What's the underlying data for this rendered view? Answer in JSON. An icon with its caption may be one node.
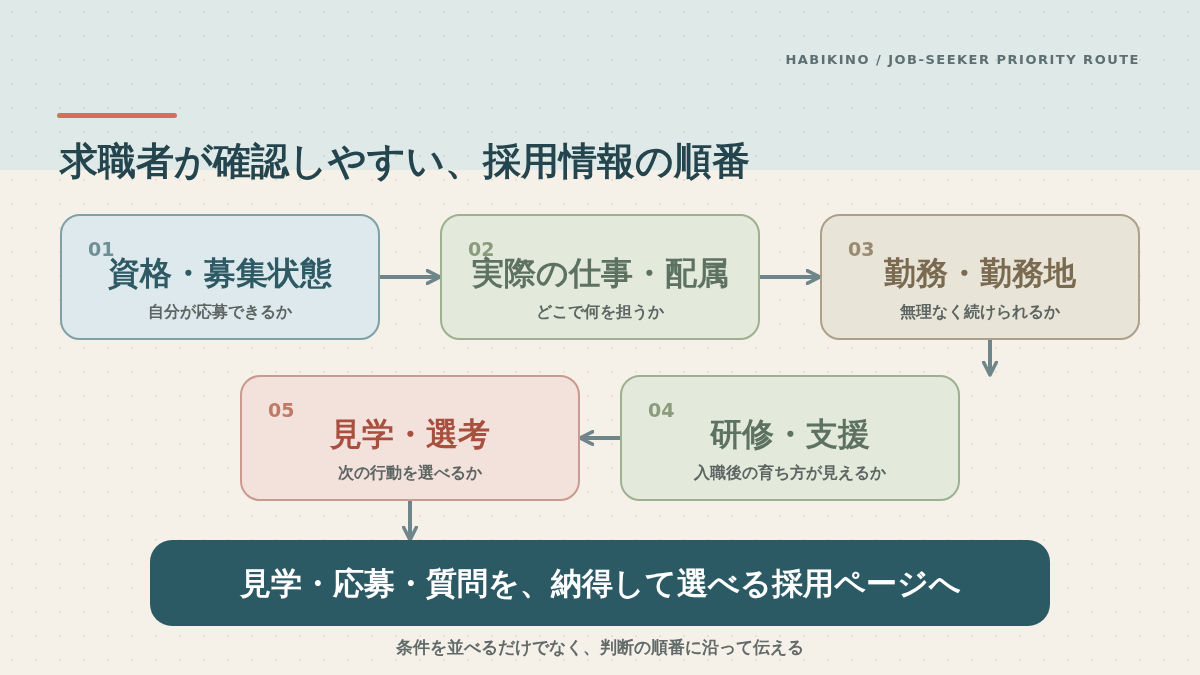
{
  "diagram": {
    "title": "求職者が確認しやすい、採用情報の順番",
    "caption": "条件を並べるだけでなく、判断の順番に沿って伝える",
    "nodes": [
      {
        "text": [
          "01",
          "資格・募集状態",
          "自分が応募できるか"
        ]
      },
      {
        "text": [
          "02",
          "実際の仕事・配属",
          "どこで何を担うか"
        ]
      },
      {
        "text": [
          "03",
          "勤務・勤務地",
          "無理なく続けられるか"
        ]
      },
      {
        "text": [
          "04",
          "研修・支援",
          "入職後の育ち方が見えるか"
        ]
      },
      {
        "text": [
          "05",
          "見学・選考",
          "次の行動を選べるか"
        ]
      },
      {
        "text": [
          "見学・応募・質問を、納得して選べる採用ページへ"
        ]
      }
    ],
    "edges": [
      {
        "from": 0,
        "to": 1,
        "arrow": "to"
      },
      {
        "from": 1,
        "to": 2,
        "arrow": "to"
      },
      {
        "from": 2,
        "to": 3,
        "arrow": "to"
      },
      {
        "from": 3,
        "to": 4,
        "arrow": "to"
      },
      {
        "from": 4,
        "to": 5,
        "arrow": "to"
      }
    ],
    "labels": [
      "HABIKINO / JOB-SEEKER PRIORITY ROUTE"
    ]
  }
}
